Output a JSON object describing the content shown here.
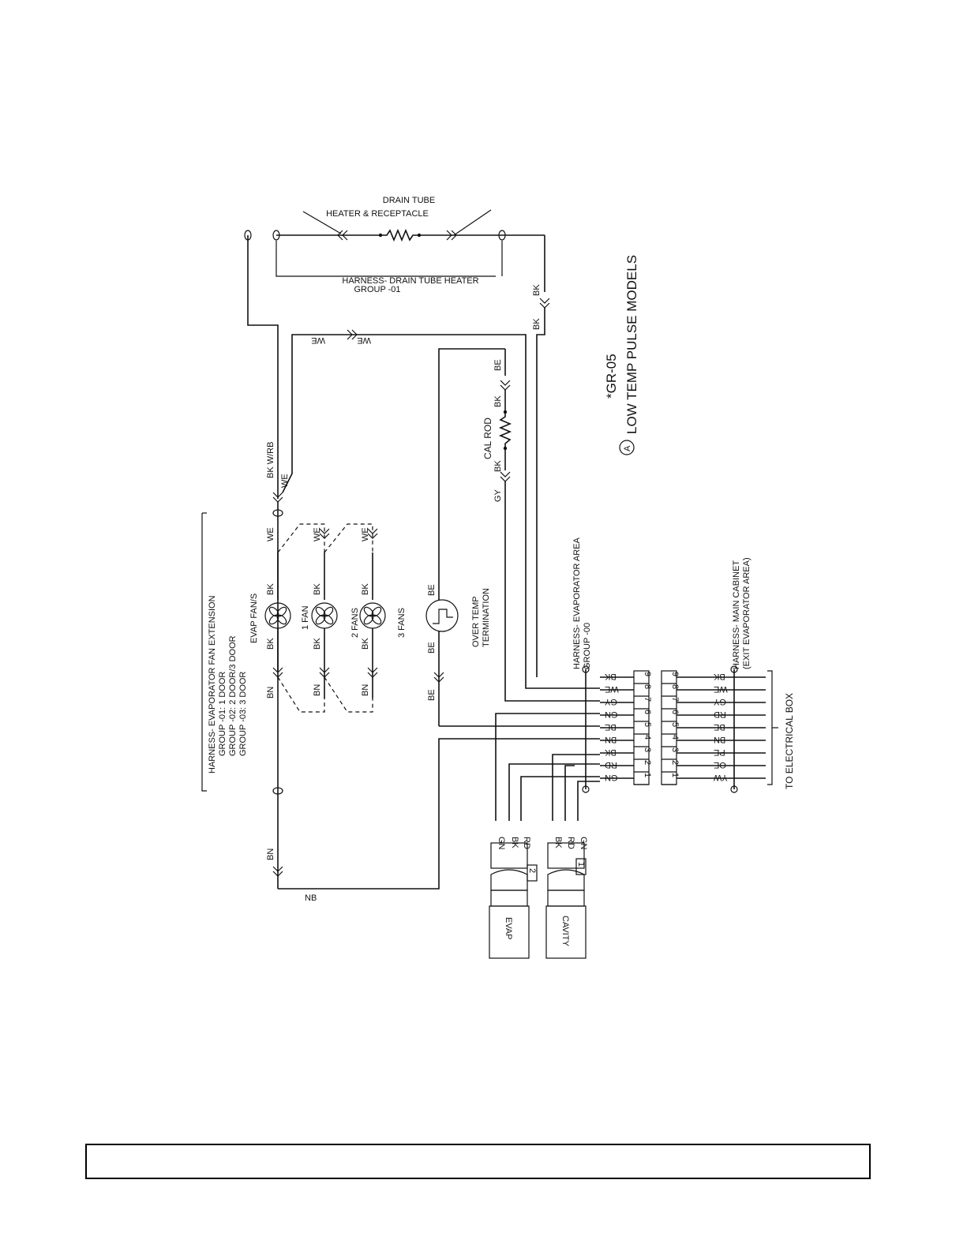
{
  "drain_tube": {
    "title_line1": "DRAIN TUBE",
    "title_line2": "HEATER & RECEPTACLE",
    "harness_line1": "HARNESS- DRAIN TUBE HEATER",
    "harness_line2": "GROUP -01"
  },
  "fan_harness": {
    "title": "HARNESS- EVAPORATOR FAN EXTENSION",
    "group1": "GROUP -01: 1 DOOR",
    "group2": "GROUP -02: 2 DOOR/3 DOOR",
    "group3": "GROUP -03: 3 DOOR",
    "evap_fans": "EVAP FAN/S",
    "fan1": "1 FAN",
    "fan2": "2 FANS",
    "fan3": "3 FANS"
  },
  "over_temp": {
    "line1": "OVER TEMP",
    "line2": "TERMINATION"
  },
  "cal_rod": {
    "label": "CAL ROD"
  },
  "evap_harness": {
    "line1": "HARNESS- EVAPORATOR AREA",
    "line2": "GROUP -00"
  },
  "main_harness": {
    "line1": "HARNESS- MAIN CABINET",
    "line2": "(EXIT EVAPORATOR AREA)"
  },
  "to_box": "TO ELECTRICAL BOX",
  "note": {
    "line1": "*GR-05",
    "circle": "A",
    "line2": "LOW TEMP PULSE MODELS"
  },
  "sensors": {
    "evap": {
      "name": "EVAP",
      "num": "2",
      "wires": [
        "GN",
        "BK",
        "RD"
      ]
    },
    "cavity": {
      "name": "CAVITY",
      "num": "1",
      "wires": [
        "BK",
        "RD",
        "GN"
      ]
    }
  },
  "connector_a": {
    "pins": [
      "9",
      "8",
      "7",
      "6",
      "5",
      "4",
      "3",
      "2",
      "1"
    ],
    "wires": [
      "BK",
      "WE",
      "GY",
      "GN",
      "BE",
      "BN",
      "BK",
      "RD",
      "GN"
    ]
  },
  "connector_b": {
    "pins": [
      "9",
      "8",
      "7",
      "6",
      "5",
      "4",
      "3",
      "2",
      "1"
    ],
    "wires": [
      "BK",
      "WE",
      "GY",
      "RD",
      "BE",
      "BN",
      "PE",
      "OE",
      "YW"
    ]
  },
  "wire_labels": {
    "bk": "BK",
    "we": "WE",
    "bn": "BN",
    "nb": "NB",
    "be": "BE",
    "gy": "GY",
    "bkwrb": "BK W/RB"
  }
}
